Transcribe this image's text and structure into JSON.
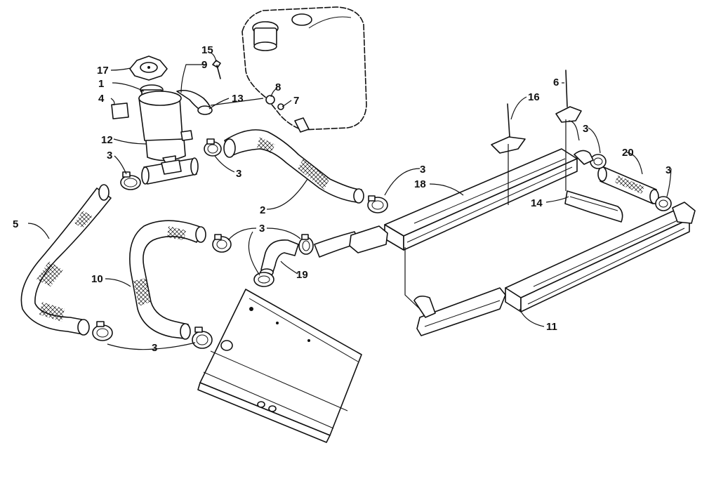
{
  "diagram": {
    "labels": {
      "l1": "1",
      "l2": "2",
      "l4": "4",
      "l5": "5",
      "l6": "6",
      "l7": "7",
      "l8": "8",
      "l9": "9",
      "l10": "10",
      "l11": "11",
      "l12": "12",
      "l13": "13",
      "l14": "14",
      "l15": "15",
      "l16": "16",
      "l17": "17",
      "l18": "18",
      "l19": "19",
      "l20": "20",
      "l3a": "3",
      "l3b": "3",
      "l3c": "3",
      "l3d": "3",
      "l3e": "3",
      "l3f": "3",
      "l3g": "3"
    }
  }
}
